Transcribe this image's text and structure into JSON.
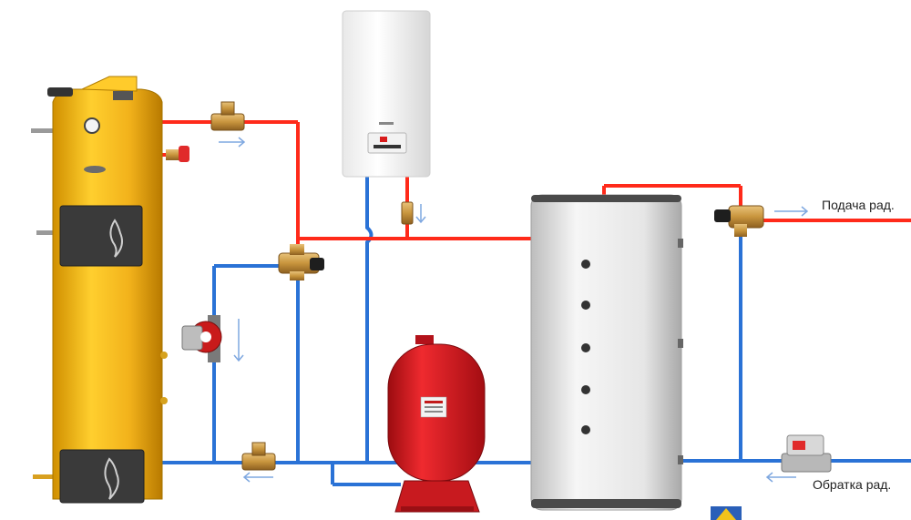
{
  "labels": {
    "supply": "Подача рад.",
    "return": "Обратка рад."
  },
  "colors": {
    "hot_pipe": "#ff2a1a",
    "cold_pipe": "#2a72d6",
    "boiler_body": "#f2b21b",
    "expansion_tank": "#d8141b",
    "accumulator_tank": "#e8e8e8",
    "flow_arrow": "#7fa8e0"
  },
  "icons": {
    "boiler": "solid-fuel-boiler",
    "electric_boiler": "wall-electric-boiler",
    "buffer": "accumulator-tank",
    "expansion": "expansion-vessel",
    "pump": "circulation-pump",
    "valve": "three-way-valve"
  }
}
